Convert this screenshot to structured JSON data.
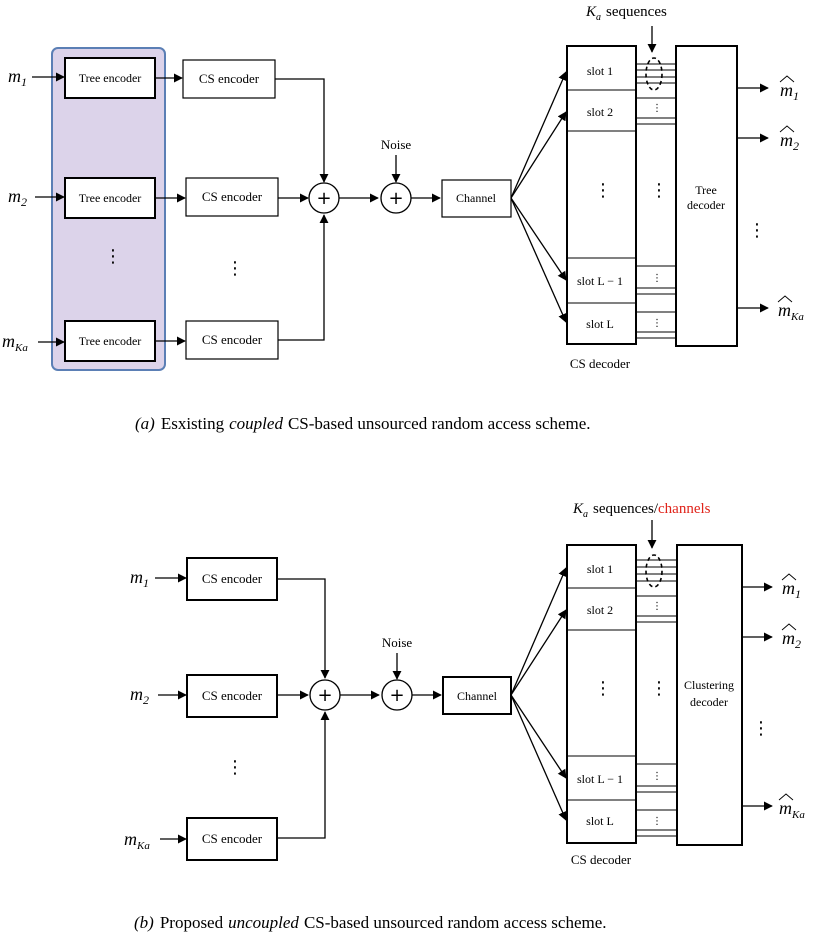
{
  "part_a": {
    "inputs": {
      "m1": "m",
      "m1_sub": "1",
      "m2": "m",
      "m2_sub": "2",
      "mk": "m",
      "mk_sub": "Ka"
    },
    "tree_encoder_label": "Tree encoder",
    "cs_encoder_label": "CS encoder",
    "noise_label": "Noise",
    "channel_label": "Channel",
    "ka_sequences_prefix": "K",
    "ka_sub": "a",
    "ka_sequences_suffix": "sequences",
    "slots": [
      "slot 1",
      "slot 2",
      "slot L − 1",
      "slot L"
    ],
    "cs_decoder_label": "CS decoder",
    "decoder_line1": "Tree",
    "decoder_line2": "decoder",
    "outputs": {
      "o1": "m",
      "o1_sub": "1",
      "o2": "m",
      "o2_sub": "2",
      "ok": "m",
      "ok_sub": "Ka"
    },
    "caption_tag": "(a)",
    "caption_pre": "Esxisting",
    "caption_em": "coupled",
    "caption_post": "CS-based unsourced random access scheme."
  },
  "part_b": {
    "inputs": {
      "m1": "m",
      "m1_sub": "1",
      "m2": "m",
      "m2_sub": "2",
      "mk": "m",
      "mk_sub": "Ka"
    },
    "cs_encoder_label": "CS encoder",
    "noise_label": "Noise",
    "channel_label": "Channel",
    "ka_sequences_prefix": "K",
    "ka_sub": "a",
    "ka_sequences_suffix": "sequences/",
    "ka_red": "channels",
    "slots": [
      "slot 1",
      "slot 2",
      "slot L − 1",
      "slot L"
    ],
    "cs_decoder_label": "CS decoder",
    "decoder_line1": "Clustering",
    "decoder_line2": "decoder",
    "outputs": {
      "o1": "m",
      "o1_sub": "1",
      "o2": "m",
      "o2_sub": "2",
      "ok": "m",
      "ok_sub": "Ka"
    },
    "caption_tag": "(b)",
    "caption_pre": "Proposed",
    "caption_em": "uncoupled",
    "caption_post": "CS-based unsourced random access scheme."
  },
  "colors": {
    "highlight_fill": "#dcd3ea",
    "highlight_stroke": "#5b7fb5",
    "red": "#e0241b"
  }
}
